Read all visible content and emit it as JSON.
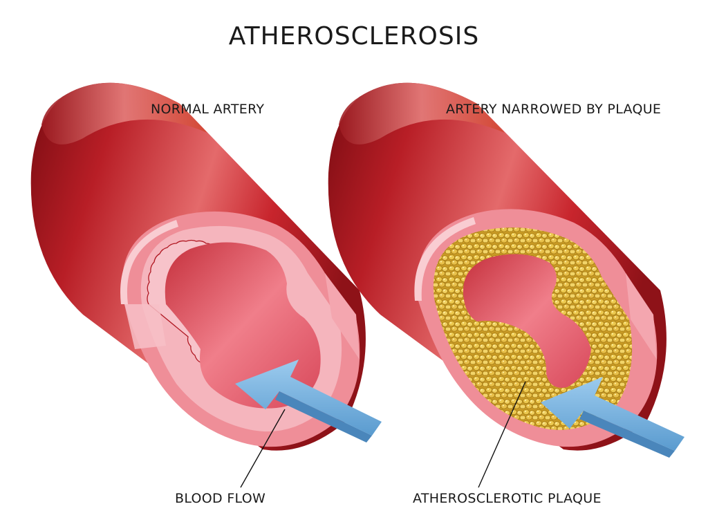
{
  "title": "ATHEROSCLEROSIS",
  "labels": {
    "normal_artery": "NORMAL ARTERY",
    "narrowed_artery": "ARTERY NARROWED BY PLAQUE",
    "blood_flow": "BLOOD FLOW",
    "plaque": "ATHEROSCLEROTIC PLAQUE"
  },
  "colors": {
    "artery_dark": "#8e1218",
    "artery_mid": "#c8252d",
    "artery_light": "#f07a78",
    "wall_pink": "#f2a3ab",
    "wall_light": "#f9cdd2",
    "lumen": "#e85a6a",
    "plaque": "#e0b83c",
    "arrow": "#7fb6df"
  }
}
